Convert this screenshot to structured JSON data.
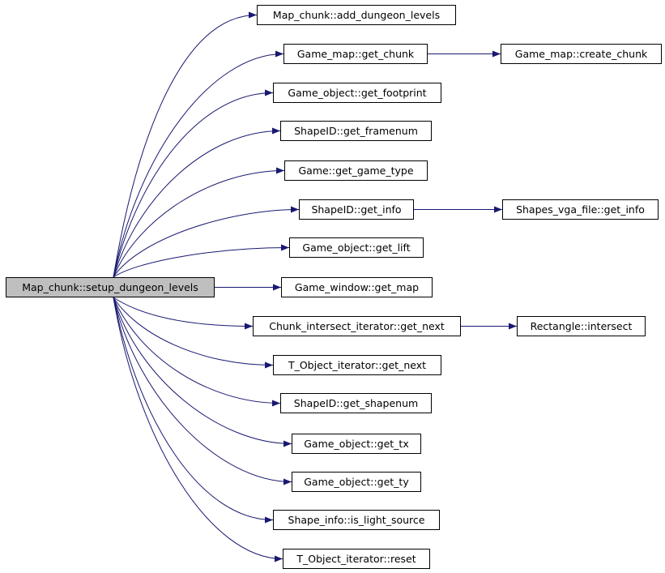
{
  "style": {
    "edge_color": "#191970",
    "root_fill": "#bfbfbf",
    "node_fill": "#ffffff"
  },
  "graph": {
    "root": {
      "id": "root",
      "label": "Map_chunk::setup_dungeon_levels"
    },
    "nodes": [
      {
        "id": "n1",
        "label": "Map_chunk::add_dungeon_levels"
      },
      {
        "id": "n2",
        "label": "Game_map::get_chunk"
      },
      {
        "id": "n2a",
        "label": "Game_map::create_chunk"
      },
      {
        "id": "n3",
        "label": "Game_object::get_footprint"
      },
      {
        "id": "n4",
        "label": "ShapeID::get_framenum"
      },
      {
        "id": "n5",
        "label": "Game::get_game_type"
      },
      {
        "id": "n6",
        "label": "ShapeID::get_info"
      },
      {
        "id": "n6a",
        "label": "Shapes_vga_file::get_info"
      },
      {
        "id": "n7",
        "label": "Game_object::get_lift"
      },
      {
        "id": "n8",
        "label": "Game_window::get_map"
      },
      {
        "id": "n9",
        "label": "Chunk_intersect_iterator::get_next"
      },
      {
        "id": "n9a",
        "label": "Rectangle::intersect"
      },
      {
        "id": "n10",
        "label": "T_Object_iterator::get_next"
      },
      {
        "id": "n11",
        "label": "ShapeID::get_shapenum"
      },
      {
        "id": "n12",
        "label": "Game_object::get_tx"
      },
      {
        "id": "n13",
        "label": "Game_object::get_ty"
      },
      {
        "id": "n14",
        "label": "Shape_info::is_light_source"
      },
      {
        "id": "n15",
        "label": "T_Object_iterator::reset"
      }
    ],
    "edges": [
      {
        "from": "root",
        "to": "n1"
      },
      {
        "from": "root",
        "to": "n2"
      },
      {
        "from": "root",
        "to": "n3"
      },
      {
        "from": "root",
        "to": "n4"
      },
      {
        "from": "root",
        "to": "n5"
      },
      {
        "from": "root",
        "to": "n6"
      },
      {
        "from": "root",
        "to": "n7"
      },
      {
        "from": "root",
        "to": "n8"
      },
      {
        "from": "root",
        "to": "n9"
      },
      {
        "from": "root",
        "to": "n10"
      },
      {
        "from": "root",
        "to": "n11"
      },
      {
        "from": "root",
        "to": "n12"
      },
      {
        "from": "root",
        "to": "n13"
      },
      {
        "from": "root",
        "to": "n14"
      },
      {
        "from": "root",
        "to": "n15"
      },
      {
        "from": "n2",
        "to": "n2a"
      },
      {
        "from": "n6",
        "to": "n6a"
      },
      {
        "from": "n9",
        "to": "n9a"
      }
    ]
  }
}
